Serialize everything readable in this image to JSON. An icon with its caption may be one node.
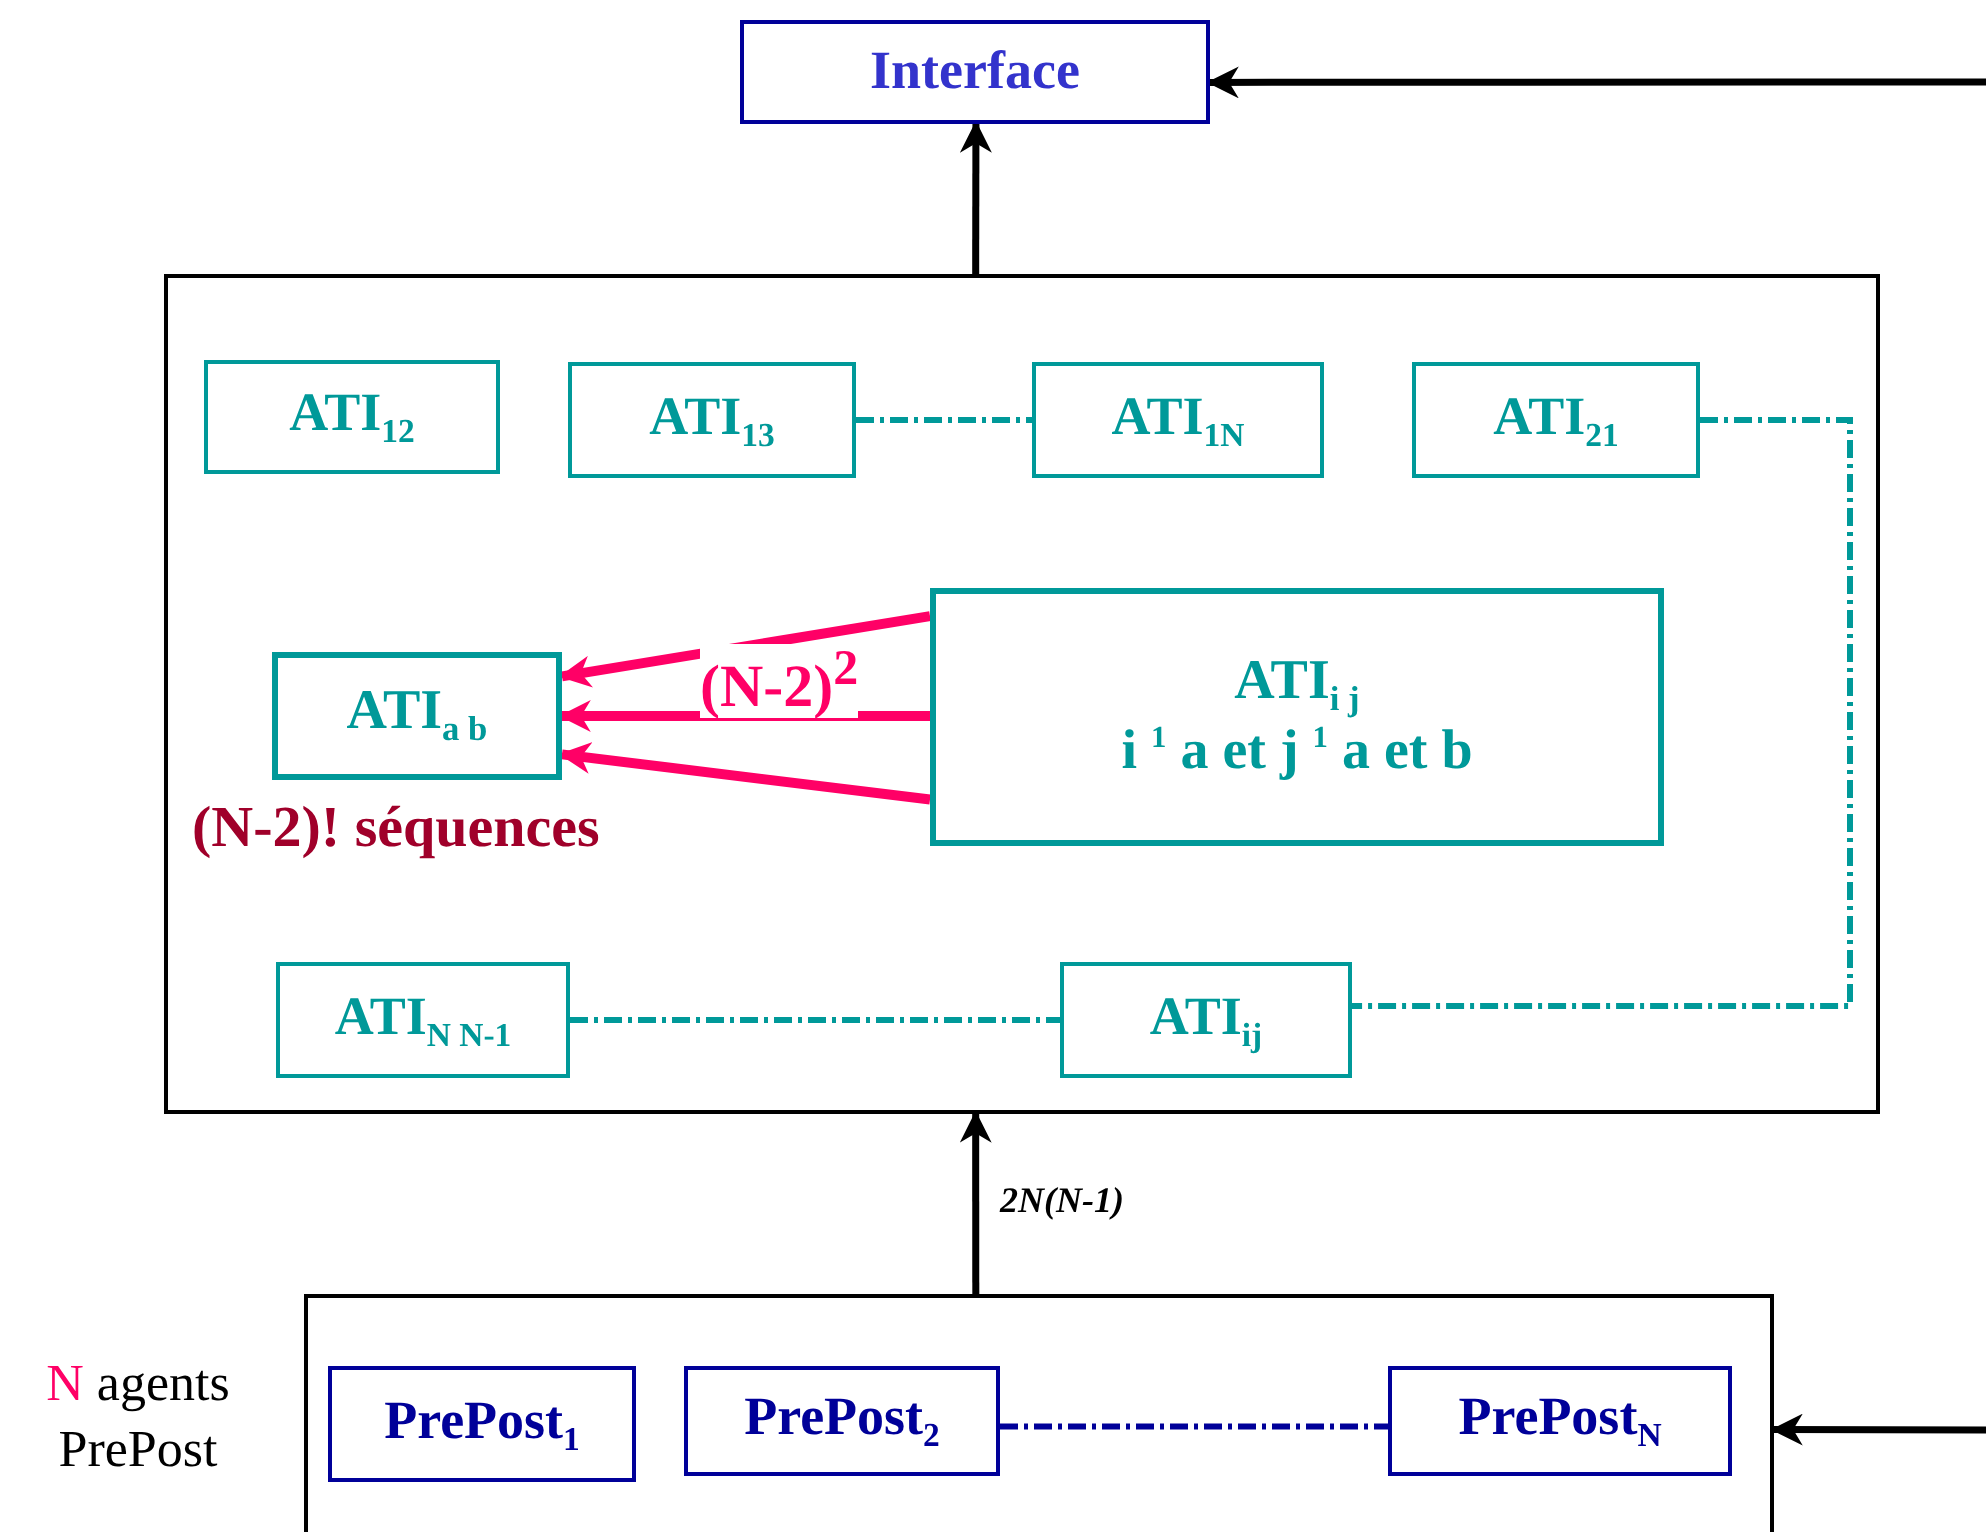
{
  "diagram": {
    "nodes": [
      {
        "text": [
          "Interface"
        ]
      },
      {
        "text": [],
        "shape": "box"
      },
      {
        "text": [
          "ATI$_{12}$"
        ],
        "in": 1
      },
      {
        "text": [
          "ATI$_{13}$"
        ],
        "in": 1
      },
      {
        "text": [
          "ATI$_{1N}$"
        ],
        "in": 1
      },
      {
        "text": [
          "ATI$_{21}$"
        ],
        "in": 1
      },
      {
        "text": [
          "ATI$_{a b}$"
        ],
        "in": 1,
        "beside": [
          "(N-2)! séquences"
        ]
      },
      {
        "text": [
          "ATI$_{i j}$",
          "i $^{1}$ a et j $^{1}$ a et b"
        ],
        "in": 1
      },
      {
        "text": [
          "ATI$_{N N-1}$"
        ],
        "in": 1
      },
      {
        "text": [
          "ATI$_{ij}$"
        ],
        "in": 1
      },
      {
        "text": [],
        "shape": "box"
      },
      {
        "text": [
          "PrePost$_{1}$"
        ],
        "in": 10
      },
      {
        "text": [
          "PrePost$_{2}$"
        ],
        "in": 10
      },
      {
        "text": [
          "PrePost$_{N}$"
        ],
        "in": 10
      }
    ],
    "edges": [
      {
        "from": 1,
        "to": 0,
        "arrow": "to"
      },
      {
        "from": null,
        "to": 0,
        "arrow": "to"
      },
      {
        "from": 10,
        "to": 1,
        "arrow": "to",
        "label": "2N(N-1)"
      },
      {
        "from": null,
        "to": 10,
        "arrow": "to"
      },
      {
        "from": 7,
        "to": 6,
        "arrow": "to",
        "color": "#ff0066"
      },
      {
        "from": 7,
        "to": 6,
        "arrow": "to",
        "label": "(N-2)$^{2}$",
        "color": "#ff0066"
      },
      {
        "from": 7,
        "to": 6,
        "arrow": "to",
        "color": "#ff0066"
      },
      {
        "from": 3,
        "to": 4,
        "arrow": "none",
        "style": "dashed",
        "color": "#009999"
      },
      {
        "from": 5,
        "to": 9,
        "arrow": "none",
        "style": "dashed",
        "color": "#009999"
      },
      {
        "from": 8,
        "to": 9,
        "arrow": "none",
        "style": "dashed",
        "color": "#009999"
      },
      {
        "from": 12,
        "to": 13,
        "arrow": "none",
        "style": "dashed",
        "color": "#000099"
      }
    ],
    "labels": [
      "N",
      "agents PrePost"
    ]
  }
}
